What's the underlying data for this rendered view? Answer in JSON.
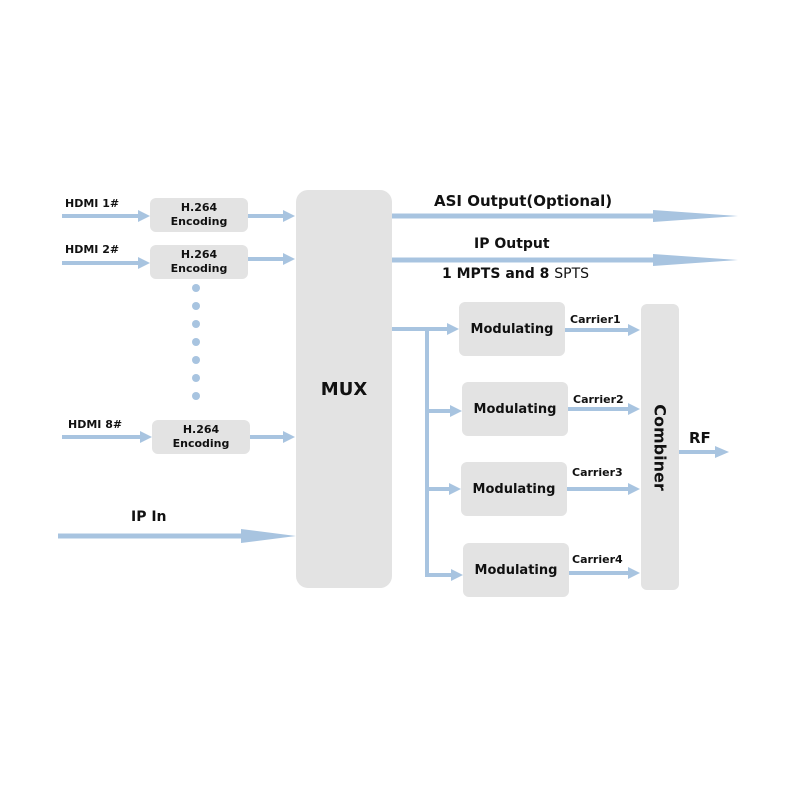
{
  "colors": {
    "arrow": "#a8c4e0",
    "box": "#e3e3e3",
    "text": "#111111"
  },
  "inputs": [
    {
      "label": "HDMI 1#",
      "encoder": [
        "H.264",
        "Encoding"
      ]
    },
    {
      "label": "HDMI 2#",
      "encoder": [
        "H.264",
        "Encoding"
      ]
    },
    {
      "label": "HDMI 8#",
      "encoder": [
        "H.264",
        "Encoding"
      ]
    }
  ],
  "ip_in": "IP In",
  "mux": "MUX",
  "asi_output": "ASI Output(Optional)",
  "ip_output": "IP Output",
  "ip_output_sub": {
    "main": "1 MPTS and 8",
    "tail": "SPTS"
  },
  "modulators": [
    {
      "label": "Modulating",
      "carrier": "Carrier1"
    },
    {
      "label": "Modulating",
      "carrier": "Carrier2"
    },
    {
      "label": "Modulating",
      "carrier": "Carrier3"
    },
    {
      "label": "Modulating",
      "carrier": "Carrier4"
    }
  ],
  "combiner": "Combiner",
  "rf": "RF"
}
